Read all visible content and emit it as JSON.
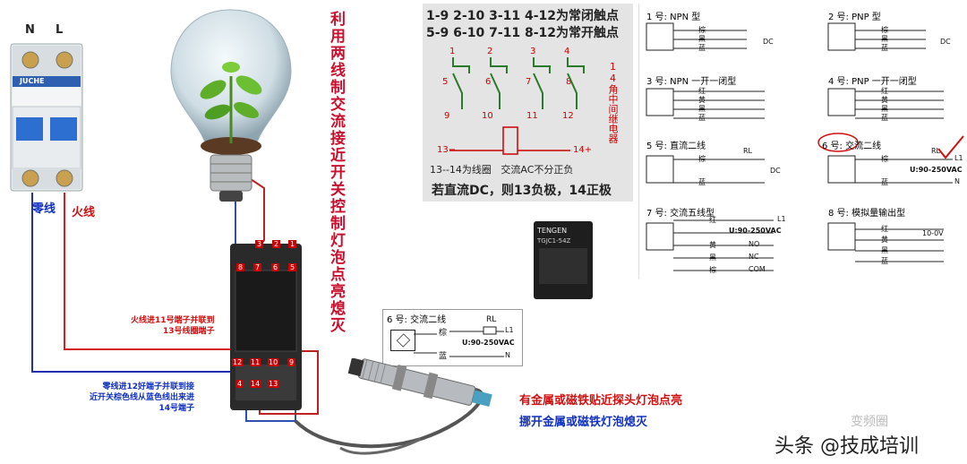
{
  "breaker": {
    "label_n": "N",
    "label_l": "L",
    "brand": "JUCHE",
    "neutral_label": "零线",
    "live_label": "火线"
  },
  "vertical_title": "利用两线制交流接近开关控制灯泡点亮熄灭",
  "relay_table": {
    "line1": "1-9 2-10 3-11 4-12为常闭触点",
    "line2": "5-9 6-10 7-11 8-12为常开触点",
    "top_numbers": [
      "1",
      "2",
      "3",
      "4"
    ],
    "mid_numbers": [
      "5",
      "6",
      "7",
      "8"
    ],
    "bottom_numbers": [
      "9",
      "10",
      "11",
      "12"
    ],
    "side_label": "14角中间继电器",
    "coil_left": "13−",
    "coil_right": "14+",
    "coil_note": "13--14为线圈   交流AC不分正负",
    "dc_note": "若直流DC，则13负极，14正极"
  },
  "relay_chip": {
    "brand": "TENGEN",
    "model": "TGJC1-54Z"
  },
  "socket_numbers": {
    "top": [
      "3",
      "2",
      "1"
    ],
    "row2": [
      "8",
      "7",
      "6",
      "5"
    ],
    "row3": [
      "12",
      "11",
      "10",
      "9"
    ],
    "row4": [
      "14",
      "13"
    ],
    "row4_left": "4"
  },
  "annotations": {
    "live_to_11": "火线进11号端子并联到\n13号线圈端子",
    "neutral_to_12": "零线进12好端子并联到接\n近开关棕色线从蓝色线出来进\n14号端子",
    "metal_near": "有金属或磁铁贴近探头灯泡点亮",
    "metal_away": "挪开金属或磁铁灯泡熄灭"
  },
  "small_diagram": {
    "title": "6 号: 交流二线",
    "rl": "RL",
    "brown": "棕",
    "blue": "蓝",
    "l1": "L1",
    "n": "N",
    "voltage": "U:90-250VAC"
  },
  "sensor_types": [
    {
      "title": "1 号: NPN 型",
      "wires": [
        "棕",
        "黑",
        "蓝"
      ],
      "note": "DC"
    },
    {
      "title": "2 号: PNP 型",
      "wires": [
        "棕",
        "黑",
        "蓝"
      ],
      "note": "DC"
    },
    {
      "title": "3 号: NPN 一开一闭型",
      "wires": [
        "红",
        "黄",
        "黑",
        "蓝"
      ],
      "note": ""
    },
    {
      "title": "4 号: PNP 一开一闭型",
      "wires": [
        "红",
        "黄",
        "黑",
        "蓝"
      ],
      "note": ""
    },
    {
      "title": "5 号: 直流二线",
      "wires": [
        "棕",
        "蓝"
      ],
      "note": "DC"
    },
    {
      "title": "6 号: 交流二线",
      "wires": [
        "棕",
        "蓝"
      ],
      "note": "U:90-250VAC"
    },
    {
      "title": "7 号: 交流五线型",
      "wires": [
        "红",
        "黄",
        "黑",
        "棕"
      ],
      "note": "U:90-250VAC"
    },
    {
      "title": "8 号: 模拟量输出型",
      "wires": [
        "红",
        "黄",
        "黑",
        "蓝"
      ],
      "note": "10-0V"
    }
  ],
  "sensor_extra": {
    "no": "NO",
    "nc": "NC",
    "com": "COM",
    "l1": "L1",
    "n": "N",
    "rl": "RL"
  },
  "watermark": {
    "small": "变频圈",
    "main": "头条 @技成培训"
  },
  "colors": {
    "title_red": "#c8102e",
    "wire_red": "#d42020",
    "wire_blue": "#2030b0",
    "annotation_red": "#d01010",
    "annotation_blue": "#1030c0",
    "table_bg": "#e8e8e8"
  }
}
